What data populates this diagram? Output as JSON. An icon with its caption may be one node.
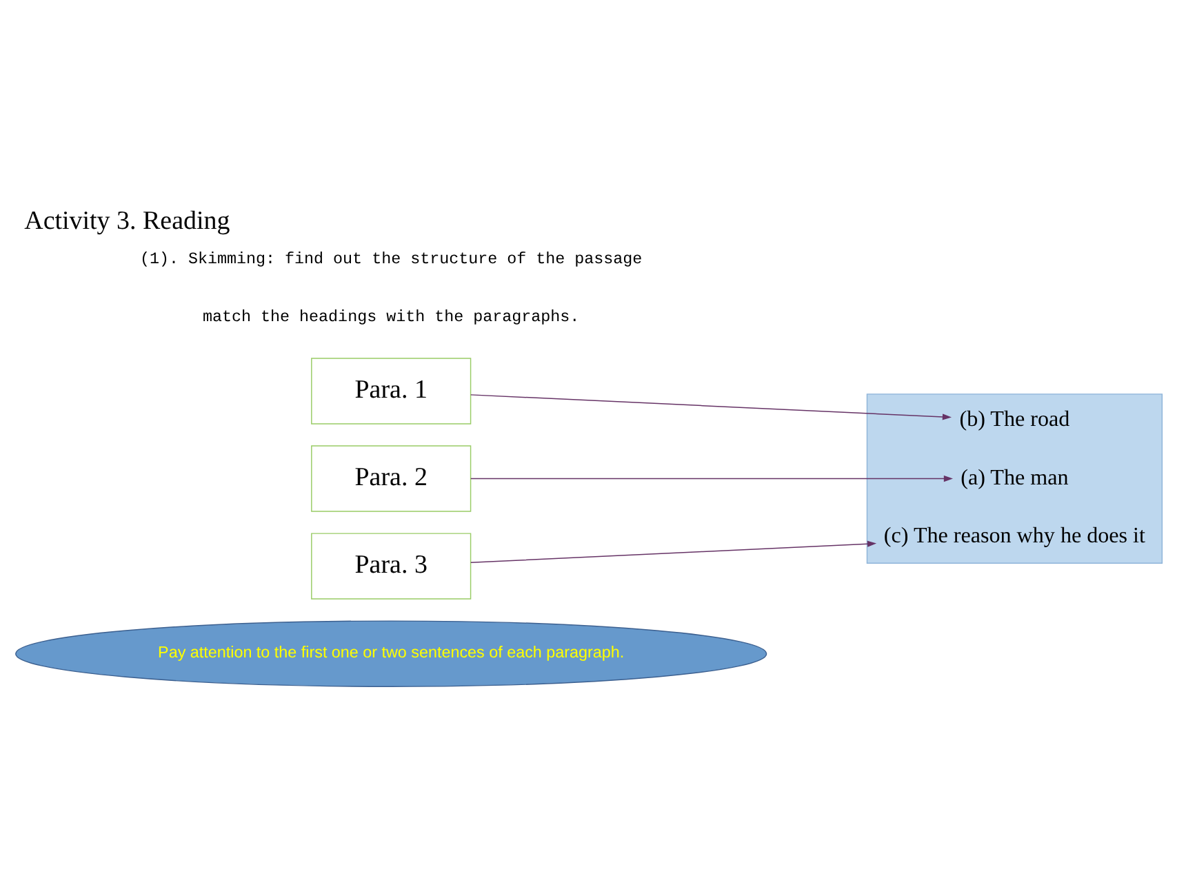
{
  "diagram": {
    "title": "Activity 3. Reading",
    "nodes": [
      {
        "text": [
          "Pay attention to the first one or two sentences of each paragraph."
        ]
      },
      {
        "text": [
          "Para. 1"
        ]
      },
      {
        "text": [
          "Para. 2"
        ]
      },
      {
        "text": [
          "Para. 3"
        ]
      },
      {
        "text": [],
        "shape": "box"
      },
      {
        "text": [
          "(a) The man"
        ],
        "in": 4
      },
      {
        "text": [
          "(b) The road"
        ],
        "in": 4
      },
      {
        "text": [
          "(c) The reason why he does it"
        ],
        "in": 4
      }
    ],
    "edges": [
      {
        "from": 1,
        "to": 6,
        "arrow": "to"
      },
      {
        "from": 2,
        "to": 5,
        "arrow": "to"
      },
      {
        "from": 3,
        "to": 7,
        "arrow": "to"
      }
    ],
    "labels": [
      "(1). Skimming: find out the structure of the passage",
      "match the headings with the paragraphs."
    ]
  }
}
